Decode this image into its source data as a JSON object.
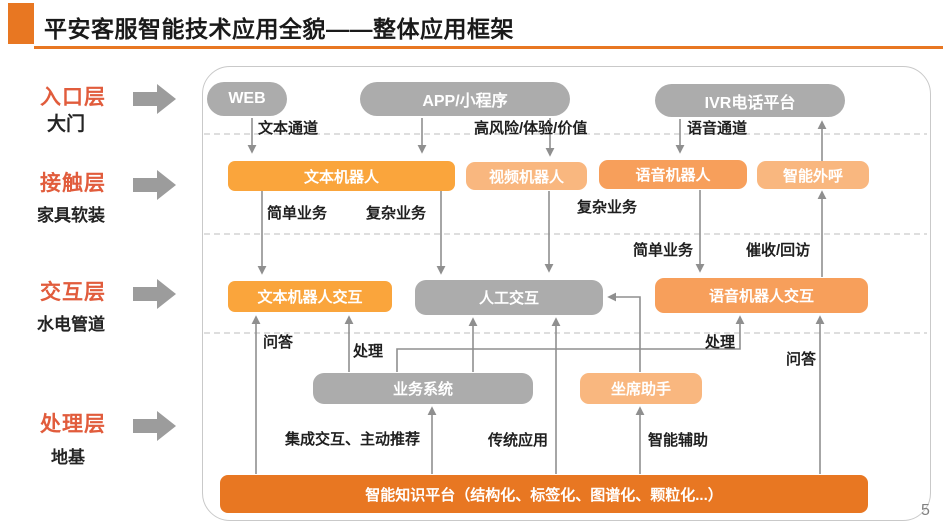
{
  "title": "平安客服智能技术应用全貌——整体应用框架",
  "page_number": "5",
  "layers": [
    {
      "name": "入口层",
      "subtitle": "大门"
    },
    {
      "name": "接触层",
      "subtitle": "家具软装"
    },
    {
      "name": "交互层",
      "subtitle": "水电管道"
    },
    {
      "name": "处理层",
      "subtitle": "地基"
    }
  ],
  "nodes": {
    "web": "WEB",
    "app": "APP/小程序",
    "ivr": "IVR电话平台",
    "text_bot": "文本机器人",
    "video_bot": "视频机器人",
    "voice_bot": "语音机器人",
    "outbound_call": "智能外呼",
    "text_bot_interaction": "文本机器人交互",
    "human_interaction": "人工交互",
    "voice_bot_interaction": "语音机器人交互",
    "business_system": "业务系统",
    "agent_assistant": "坐席助手",
    "knowledge_platform": "智能知识平台（结构化、标签化、图谱化、颗粒化...）"
  },
  "edge_labels": {
    "text_channel": "文本通道",
    "high_risk": "高风险/体验/价值",
    "voice_channel": "语音通道",
    "simple_text": "简单业务",
    "complex_text": "复杂业务",
    "complex_voice": "复杂业务",
    "simple_voice": "简单业务",
    "collection_callback": "催收/回访",
    "qa_text": "问答",
    "process_text": "处理",
    "process_voice": "处理",
    "qa_voice": "问答",
    "integrated_interaction": "集成交互、主动推荐",
    "traditional_app": "传统应用",
    "intelligent_assist": "智能辅助"
  },
  "colors": {
    "accent": "#E87722",
    "layer_label": "#E15C3C",
    "box_orange": "#FAA53C",
    "box_medium_orange": "#F79F5B",
    "box_light_orange": "#F9B77F",
    "box_gray": "#ACACAC",
    "platform_orange": "#E87722",
    "connector_gray": "#8F8F8F"
  }
}
